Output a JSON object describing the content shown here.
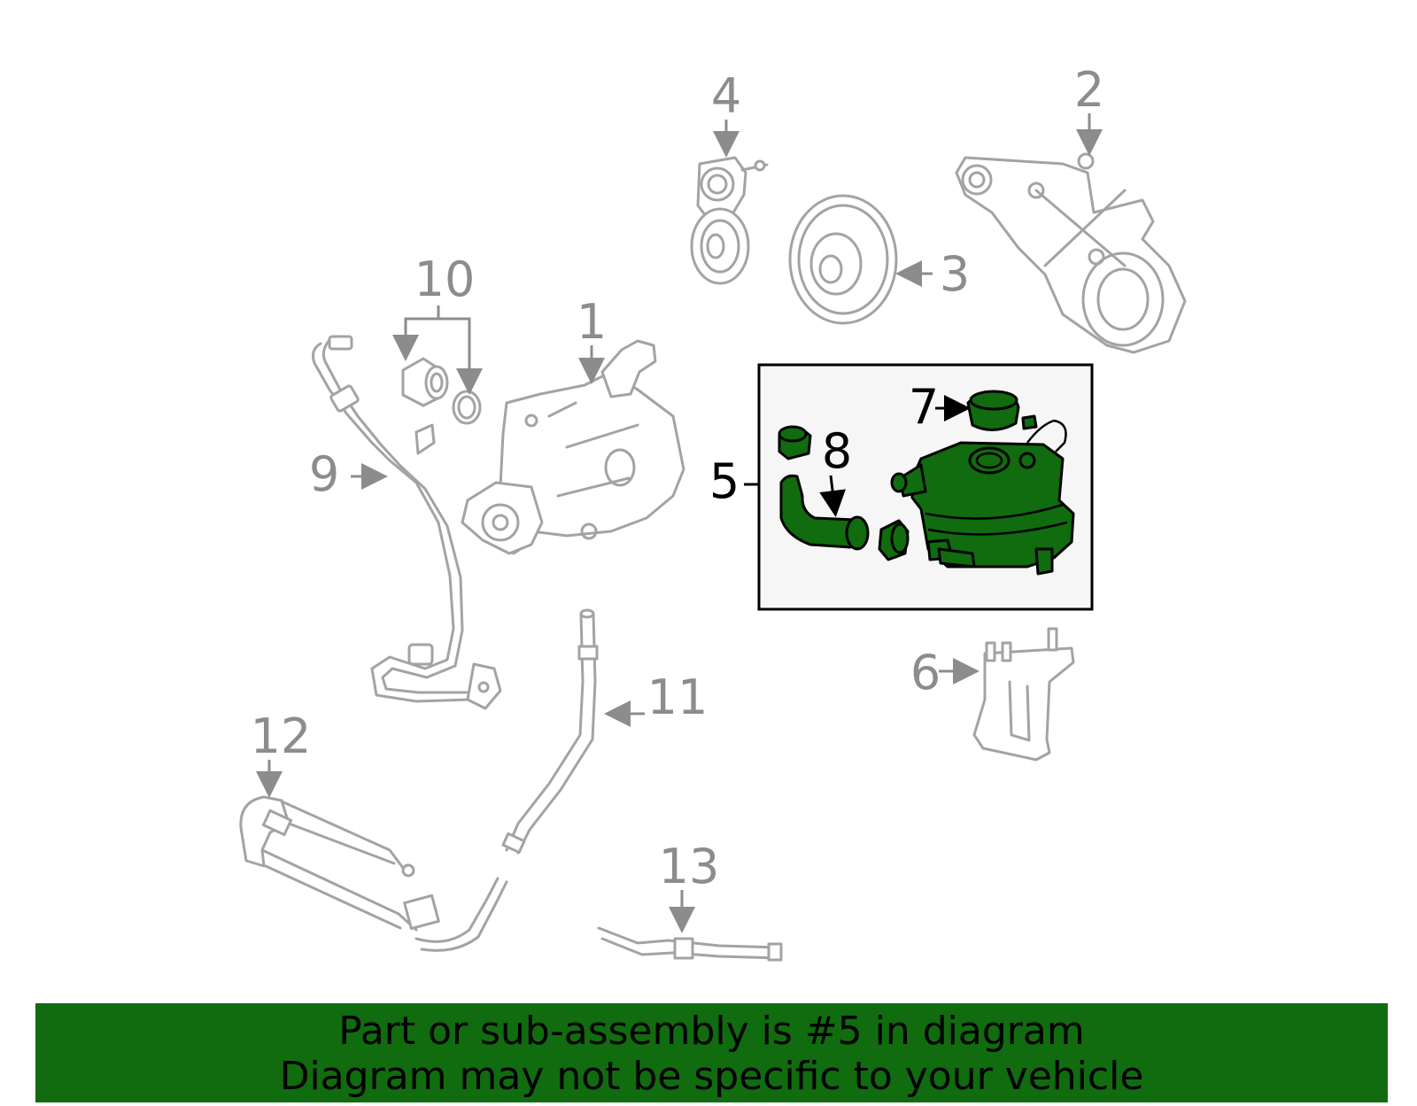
{
  "diagram": {
    "callouts": {
      "c1": "1",
      "c2": "2",
      "c3": "3",
      "c4": "4",
      "c5": "5",
      "c6": "6",
      "c7": "7",
      "c8": "8",
      "c9": "9",
      "c10": "10",
      "c11": "11",
      "c12": "12",
      "c13": "13"
    },
    "highlight_color": "#116b0f",
    "ghost_color": "#a3a3a3",
    "selected_part": "5"
  },
  "banner": {
    "line1": "Part or sub-assembly is #5 in diagram",
    "line2": "Diagram may not be specific to your vehicle",
    "background": "#116b0f"
  }
}
